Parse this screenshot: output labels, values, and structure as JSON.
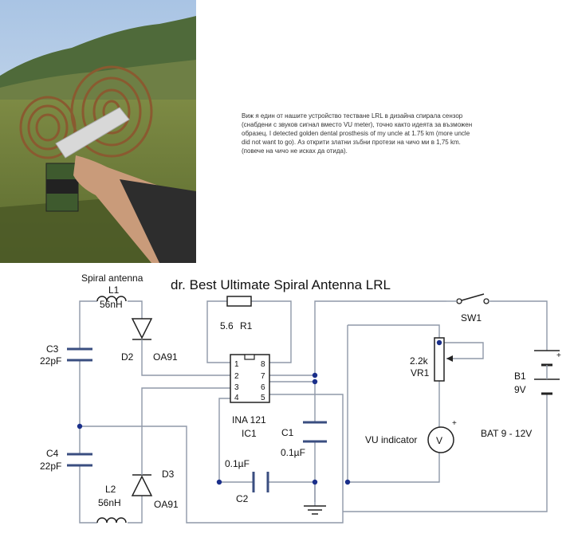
{
  "description": {
    "lines": [
      "Виж я един от нашите устройство тестване LRL в дизайна спирала сензор",
      "(снабдени с звуков сигнал вместо  VU meter), точно както идеята за възможен",
      "образец. I detected golden dental prosthesis of my uncle at 1.75 km (more uncle",
      "did not want to go). Аз открити златни зъбни протези на чичо ми в  1,75 km.",
      "   (повече на чичо не исках да отида)."
    ]
  },
  "schematic": {
    "title": "dr. Best Ultimate Spiral Antenna LRL",
    "spiral_label": "Spiral antenna",
    "L1": {
      "name": "L1",
      "value": "56nH"
    },
    "L2": {
      "name": "L2",
      "value": "56nH"
    },
    "C3": {
      "name": "C3",
      "value": "22pF"
    },
    "C4": {
      "name": "C4",
      "value": "22pF"
    },
    "D2": {
      "name": "D2",
      "value": "OA91"
    },
    "D3": {
      "name": "D3",
      "value": "OA91"
    },
    "R1": {
      "name": "R1",
      "value": "5.6"
    },
    "IC1": {
      "name": "IC1",
      "part": "INA 121",
      "pins": [
        "1",
        "2",
        "3",
        "4",
        "5",
        "6",
        "7",
        "8"
      ]
    },
    "C1": {
      "name": "C1",
      "value": "0.1µF"
    },
    "C2": {
      "name": "C2",
      "value": "0.1µF"
    },
    "SW1": {
      "name": "SW1"
    },
    "VR1": {
      "name": "VR1",
      "value": "2.2k"
    },
    "meter": {
      "symbol": "V",
      "label": "VU indicator",
      "plus": "+"
    },
    "B1": {
      "name": "B1",
      "value": "9V",
      "plus": "+",
      "note": "BAT 9 - 12V"
    }
  }
}
